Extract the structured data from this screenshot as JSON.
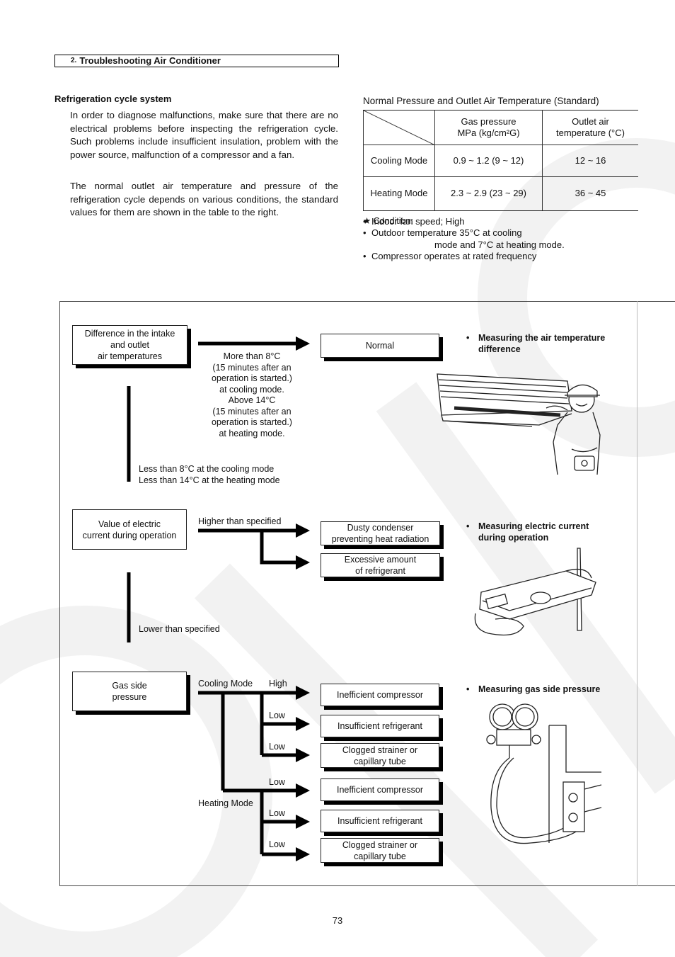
{
  "section": {
    "number": "2.",
    "title": "Troubleshooting Air Conditioner"
  },
  "subheading": "Refrigeration cycle system",
  "paragraphs": [
    "In order to diagnose malfunctions, make sure that there are no electrical problems before inspecting the refrigeration cycle. Such problems include insufficient insulation, problem with the power source, malfunction of a compressor and a fan.",
    "The normal outlet air temperature and pressure of the refrigeration cycle depends on various conditions, the standard values for them are shown in the table to the right."
  ],
  "table": {
    "title": "Normal Pressure and Outlet Air Temperature (Standard)",
    "headers": {
      "gas_line1": "Gas pressure",
      "gas_line2": "MPa (kg/cm²G)",
      "temp_line1": "Outlet air",
      "temp_line2": "temperature (°C)"
    },
    "rows": [
      {
        "mode": "Cooling Mode",
        "gas": "0.9 ~ 1.2 (9 ~ 12)",
        "temp": "12 ~ 16"
      },
      {
        "mode": "Heating Mode",
        "gas": "2.3 ~ 2.9 (23 ~ 29)",
        "temp": "36 ~ 45"
      }
    ]
  },
  "condition": {
    "label": "★ Condition:",
    "items": [
      "Indoor fan speed; High",
      "Outdoor temperature 35°C at cooling",
      "Compressor operates at rated frequency"
    ],
    "continuation": "mode and 7°C at heating mode."
  },
  "flow1": {
    "start_l1": "Difference in the intake",
    "start_l2": "and outlet",
    "start_l3": "air temperatures",
    "cond_lines": [
      "More than 8°C",
      "(15 minutes after an",
      "operation is started.)",
      "at cooling mode.",
      "Above 14°C",
      "(15 minutes after an",
      "operation is started.)",
      "at heating mode."
    ],
    "result": "Normal",
    "less_l1": "Less than 8°C at the cooling mode",
    "less_l2": "Less than 14°C at the heating mode",
    "note_l1": "Measuring the air temperature",
    "note_l2": "difference"
  },
  "flow2": {
    "start_l1": "Value of electric",
    "start_l2": "current during operation",
    "higher": "Higher than specified",
    "r1_l1": "Dusty condenser",
    "r1_l2": "preventing heat radiation",
    "r2_l1": "Excessive amount",
    "r2_l2": "of refrigerant",
    "lower": "Lower than specified",
    "note_l1": "Measuring electric current",
    "note_l2": "during operation"
  },
  "flow3": {
    "start_l1": "Gas side",
    "start_l2": "pressure",
    "cooling_mode": "Cooling Mode",
    "heating_mode": "Heating Mode",
    "labels": [
      "High",
      "Low",
      "Low",
      "Low",
      "Low",
      "Low"
    ],
    "results": [
      {
        "l1": "Inefficient compressor",
        "l2": ""
      },
      {
        "l1": "Insufficient refrigerant",
        "l2": ""
      },
      {
        "l1": "Clogged strainer or",
        "l2": "capillary tube"
      },
      {
        "l1": "Inefficient compressor",
        "l2": ""
      },
      {
        "l1": "Insufficient refrigerant",
        "l2": ""
      },
      {
        "l1": "Clogged strainer or",
        "l2": "capillary tube"
      }
    ],
    "note": "Measuring gas side pressure"
  },
  "page_number": "73"
}
